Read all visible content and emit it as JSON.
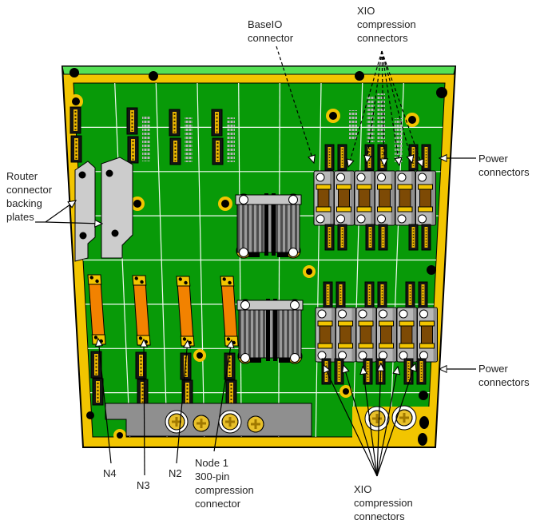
{
  "diagram_type": "hardware-midplane-callout-diagram",
  "labels": {
    "baseio": {
      "lines": [
        "BaseIO",
        "connector"
      ]
    },
    "xio_top": {
      "lines": [
        "XIO",
        "compression",
        "connectors"
      ]
    },
    "power_top": {
      "lines": [
        "Power",
        "connectors"
      ]
    },
    "router_plates": {
      "lines": [
        "Router",
        "connector",
        "backing",
        "plates"
      ]
    },
    "power_bottom": {
      "lines": [
        "Power",
        "connectors"
      ]
    },
    "xio_bottom": {
      "lines": [
        "XIO",
        "compression",
        "connectors"
      ]
    },
    "n4": "N4",
    "n3": "N3",
    "n2": "N2",
    "node1": {
      "lines": [
        "Node 1",
        "300-pin",
        "compression",
        "connector"
      ]
    }
  },
  "colors": {
    "board_green": "#089a08",
    "board_edge_light_green": "#55e055",
    "border_gold": "#f2c500",
    "grid_white": "#ffffff",
    "connector_orange": "#f28200",
    "xio_body_gray": "#b8b8b8",
    "xio_center_brown": "#7d4a05",
    "plate_gray": "#cccccc",
    "bar_gray": "#8f8f8f",
    "screw_gold": "#e8c02a",
    "connector_black": "#151515",
    "label_text": "#222222"
  }
}
